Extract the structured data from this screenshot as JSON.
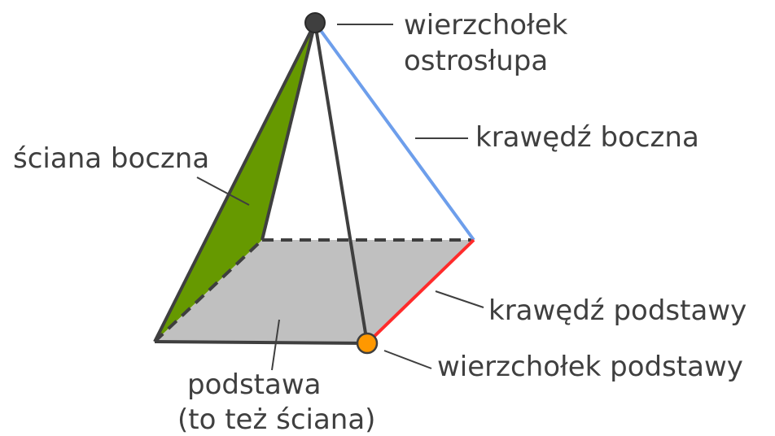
{
  "labels": {
    "apex_line1": "wierzchołek",
    "apex_line2": "ostrosłupa",
    "lateral_edge": "krawędź boczna",
    "lateral_face": "ściana boczna",
    "base_edge": "krawędź podstawy",
    "base_vertex": "wierzchołek podstawy",
    "base_line1": "podstawa",
    "base_line2": "(to też ściana)"
  },
  "colors": {
    "base_fill": "#c0c0c0",
    "lateral_face_fill": "#669900",
    "edge": "#3f3f3f",
    "lateral_edge_highlight": "#6d9eeb",
    "base_edge_highlight": "#ff2b2b",
    "apex_dot": "#3f3f3f",
    "base_vertex_dot": "#ff9800",
    "text": "#3f3f3f"
  }
}
